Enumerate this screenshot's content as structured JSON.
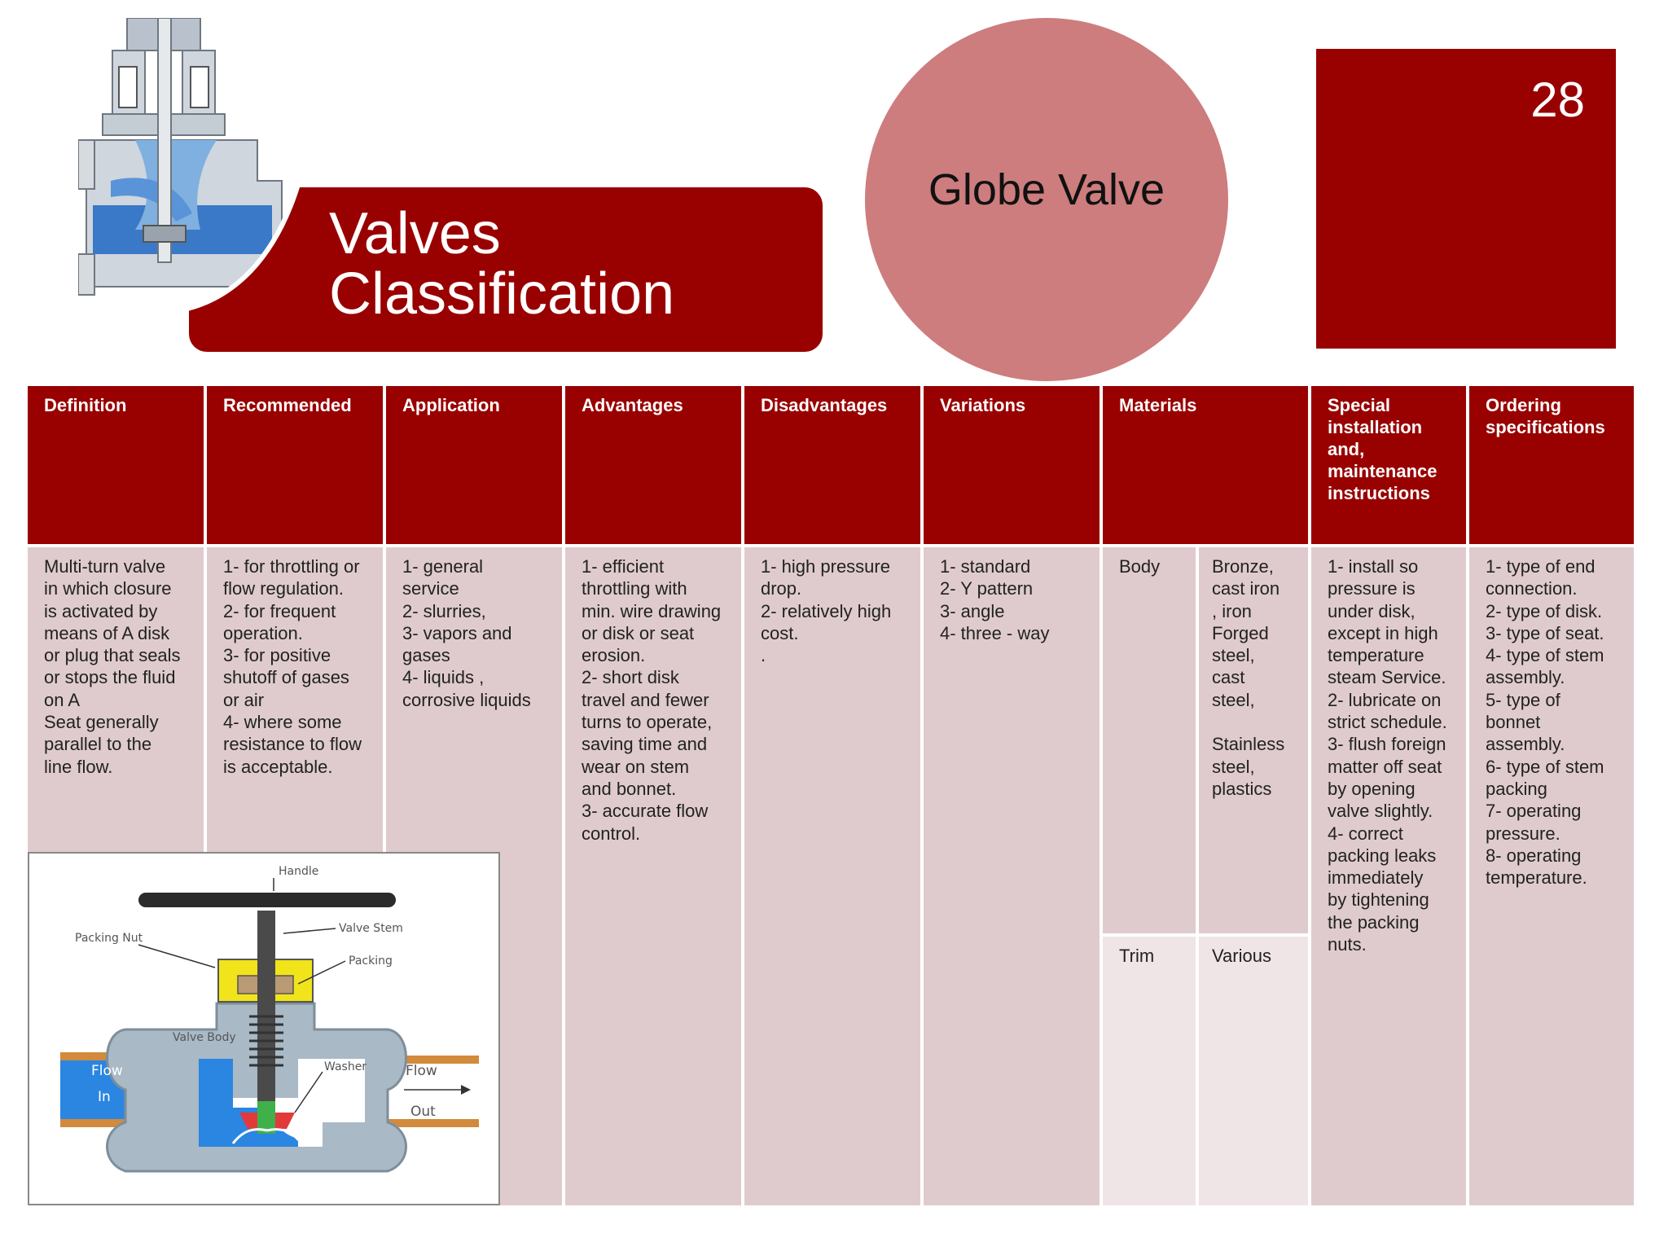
{
  "slide": {
    "title": "Valves\nClassification",
    "topic": "Globe Valve",
    "page_number": "28"
  },
  "colors": {
    "accent": "#990000",
    "circle": "#cd7d7e",
    "cell": "#dfcbcd",
    "cell_light": "#efe5e6"
  },
  "table": {
    "headers": [
      "Definition",
      "Recommended",
      "Application",
      "Advantages",
      "Disadvantages",
      "Variations",
      "Materials",
      "Special installation and, maintenance instructions",
      "Ordering specifications"
    ],
    "definition": "Multi-turn valve\nin which closure\nis activated by\nmeans of A disk\nor plug that seals\nor stops the fluid\non A\nSeat generally\nparallel to the\nline flow.",
    "recommended": "1- for throttling or\nflow regulation.\n2- for frequent\noperation.\n3- for positive\nshutoff of gases\nor air\n4- where some\nresistance to flow\nis acceptable.",
    "application": "1- general\nservice\n2- slurries,\n3- vapors and\ngases\n4- liquids ,\ncorrosive liquids",
    "advantages": "1- efficient\nthrottling with\nmin. wire drawing\nor disk or seat\nerosion.\n2- short disk\ntravel and fewer\nturns to operate,\nsaving time and\nwear  on  stem\nand bonnet.\n3- accurate flow\ncontrol.",
    "disadvantages": "1- high pressure\ndrop.\n2- relatively high\ncost.\n.",
    "variations": "1- standard\n2- Y pattern\n3- angle\n4- three - way",
    "materials": {
      "body_label": "Body",
      "body_value": " Bronze,\ncast iron\n, iron\n Forged\nsteel,\ncast\nsteel,\n\nStainless\nsteel,\nplastics",
      "trim_label": "Trim",
      "trim_value": "Various"
    },
    "special": "1- install so\npressure is\nunder disk,\nexcept in high\ntemperature\nsteam Service.\n2- lubricate on\nstrict schedule.\n3- flush foreign\nmatter off seat\nby opening\nvalve slightly.\n4- correct\npacking leaks\nimmediately\n by tightening\nthe packing\nnuts.",
    "ordering": "1- type of end\nconnection.\n2- type of disk.\n3- type of seat.\n4- type of stem\nassembly.\n5- type of\nbonnet\nassembly.\n6- type of stem\npacking\n7- operating\npressure.\n8- operating\ntemperature."
  },
  "diagram": {
    "handle": "Handle",
    "valve_stem": "Valve Stem",
    "packing_nut": "Packing Nut",
    "packing": "Packing",
    "valve_body": "Valve Body",
    "washer": "Washer",
    "flow": "Flow",
    "in": "In",
    "flow_out": "Flow",
    "out": "Out"
  }
}
